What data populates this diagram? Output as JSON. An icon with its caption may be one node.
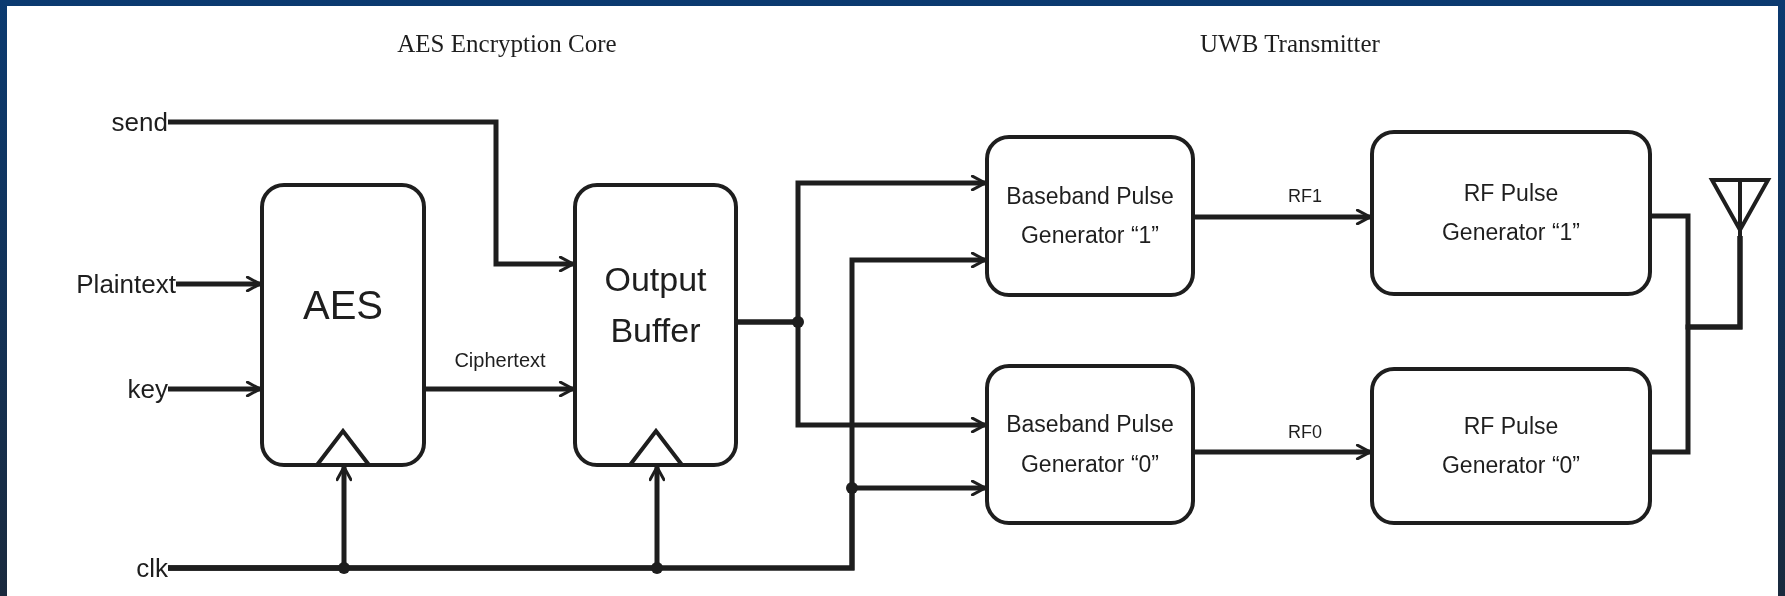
{
  "diagram": {
    "nodes": [
      {
        "text": [
          "send"
        ]
      },
      {
        "text": [
          "Plaintext"
        ]
      },
      {
        "text": [
          "key"
        ]
      },
      {
        "text": [
          "clk"
        ]
      },
      {
        "text": [
          "AES"
        ]
      },
      {
        "text": [
          "Output Buffer"
        ]
      },
      {
        "text": [
          "Baseband Pulse Generator “1”"
        ]
      },
      {
        "text": [
          "Baseband Pulse Generator “0”"
        ]
      },
      {
        "text": [
          "RF Pulse Generator “1”"
        ]
      },
      {
        "text": [
          "RF Pulse Generator “0”"
        ]
      },
      {
        "text": [],
        "shape": "antenna"
      }
    ],
    "edges": [
      {
        "from": 0,
        "to": 5,
        "arrow": "to"
      },
      {
        "from": 1,
        "to": 4,
        "arrow": "to"
      },
      {
        "from": 2,
        "to": 4,
        "arrow": "to"
      },
      {
        "from": 4,
        "to": 5,
        "arrow": "to",
        "label": "Ciphertext"
      },
      {
        "from": 3,
        "to": 4,
        "arrow": "to"
      },
      {
        "from": 3,
        "to": 5,
        "arrow": "to"
      },
      {
        "from": 3,
        "to": 6,
        "arrow": "to"
      },
      {
        "from": 3,
        "to": 7,
        "arrow": "to"
      },
      {
        "from": 5,
        "to": 6,
        "arrow": "to"
      },
      {
        "from": 5,
        "to": 7,
        "arrow": "to"
      },
      {
        "from": 6,
        "to": 8,
        "arrow": "to",
        "label": "RF1"
      },
      {
        "from": 7,
        "to": 9,
        "arrow": "to",
        "label": "RF0"
      },
      {
        "from": 8,
        "to": 10,
        "arrow": "none"
      },
      {
        "from": 9,
        "to": 10,
        "arrow": "none"
      }
    ],
    "labels": [
      "AES Encryption Core",
      "UWB Transmitter"
    ]
  }
}
